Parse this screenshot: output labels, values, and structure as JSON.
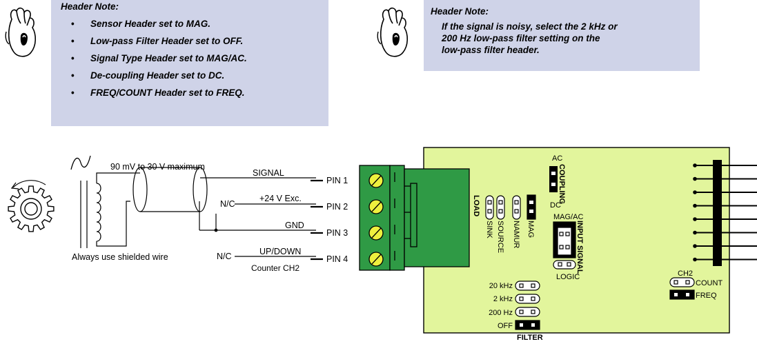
{
  "note_left": {
    "title": "Header Note:",
    "items": [
      "Sensor Header set to MAG.",
      "Low-pass Filter Header set to OFF.",
      "Signal Type Header set to MAG/AC.",
      "De-coupling Header set to DC.",
      "FREQ/COUNT Header set to FREQ."
    ]
  },
  "note_right": {
    "title": "Header Note:",
    "lines": [
      "If the signal is noisy, select the 2 kHz or",
      "200 Hz low-pass filter setting on the",
      "low-pass filter header."
    ]
  },
  "wiring": {
    "voltage_range": "90 mV to 30 V maximum",
    "shield_note": "Always use shielded wire",
    "signals": [
      "SIGNAL",
      "+24 V Exc.",
      "GND",
      "UP/DOWN"
    ],
    "pins": [
      "PIN 1",
      "PIN 2",
      "PIN 3",
      "PIN 4"
    ],
    "nc": "N/C",
    "counter": "Counter CH2"
  },
  "board": {
    "ac": "AC",
    "coupling": "COUPLING",
    "dc": "DC",
    "load": "LOAD",
    "load_options": [
      "SINK",
      "SOURCE",
      "NAMUR",
      "MAG"
    ],
    "mag_ac": "MAG/AC",
    "input_signal": "INPUT SIGNAL",
    "logic": "LOGIC",
    "filter_options": [
      "20 kHz",
      "2 kHz",
      "200 Hz",
      "OFF"
    ],
    "filter": "FILTER",
    "ch2": "CH2",
    "count": "COUNT",
    "freq": "FREQ"
  },
  "colors": {
    "note_bg": "#cfd3e8",
    "board": "#e2f59c",
    "terminal": "#2f9a45",
    "screw": "#eef03e"
  }
}
